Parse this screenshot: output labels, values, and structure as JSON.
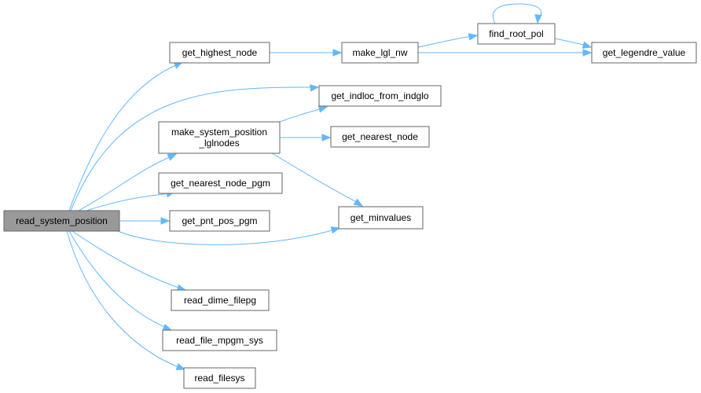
{
  "diagram": {
    "nodes": [
      {
        "id": "read_system_position",
        "lines": [
          "read_system_position"
        ],
        "root": true
      },
      {
        "id": "get_highest_node",
        "lines": [
          "get_highest_node"
        ]
      },
      {
        "id": "make_system_position_lglnodes",
        "lines": [
          "make_system_position",
          "_lglnodes"
        ]
      },
      {
        "id": "get_nearest_node_pgm",
        "lines": [
          "get_nearest_node_pgm"
        ]
      },
      {
        "id": "get_pnt_pos_pgm",
        "lines": [
          "get_pnt_pos_pgm"
        ]
      },
      {
        "id": "get_minvalues",
        "lines": [
          "get_minvalues"
        ]
      },
      {
        "id": "read_dime_filepg",
        "lines": [
          "read_dime_filepg"
        ]
      },
      {
        "id": "read_file_mpgm_sys",
        "lines": [
          "read_file_mpgm_sys"
        ]
      },
      {
        "id": "read_filesys",
        "lines": [
          "read_filesys"
        ]
      },
      {
        "id": "make_lgl_nw",
        "lines": [
          "make_lgl_nw"
        ]
      },
      {
        "id": "get_indloc_from_indglo",
        "lines": [
          "get_indloc_from_indglo"
        ]
      },
      {
        "id": "get_nearest_node",
        "lines": [
          "get_nearest_node"
        ]
      },
      {
        "id": "find_root_pol",
        "lines": [
          "find_root_pol"
        ]
      },
      {
        "id": "get_legendre_value",
        "lines": [
          "get_legendre_value"
        ]
      }
    ],
    "edges": [
      {
        "from": "read_system_position",
        "to": "get_highest_node"
      },
      {
        "from": "read_system_position",
        "to": "get_indloc_from_indglo"
      },
      {
        "from": "read_system_position",
        "to": "make_system_position_lglnodes"
      },
      {
        "from": "read_system_position",
        "to": "get_nearest_node_pgm"
      },
      {
        "from": "read_system_position",
        "to": "get_pnt_pos_pgm"
      },
      {
        "from": "read_system_position",
        "to": "get_minvalues"
      },
      {
        "from": "read_system_position",
        "to": "read_dime_filepg"
      },
      {
        "from": "read_system_position",
        "to": "read_file_mpgm_sys"
      },
      {
        "from": "read_system_position",
        "to": "read_filesys"
      },
      {
        "from": "get_highest_node",
        "to": "make_lgl_nw"
      },
      {
        "from": "make_lgl_nw",
        "to": "find_root_pol"
      },
      {
        "from": "make_lgl_nw",
        "to": "get_legendre_value"
      },
      {
        "from": "find_root_pol",
        "to": "find_root_pol"
      },
      {
        "from": "find_root_pol",
        "to": "get_legendre_value"
      },
      {
        "from": "make_system_position_lglnodes",
        "to": "get_indloc_from_indglo"
      },
      {
        "from": "make_system_position_lglnodes",
        "to": "get_nearest_node"
      },
      {
        "from": "make_system_position_lglnodes",
        "to": "get_minvalues"
      }
    ]
  }
}
